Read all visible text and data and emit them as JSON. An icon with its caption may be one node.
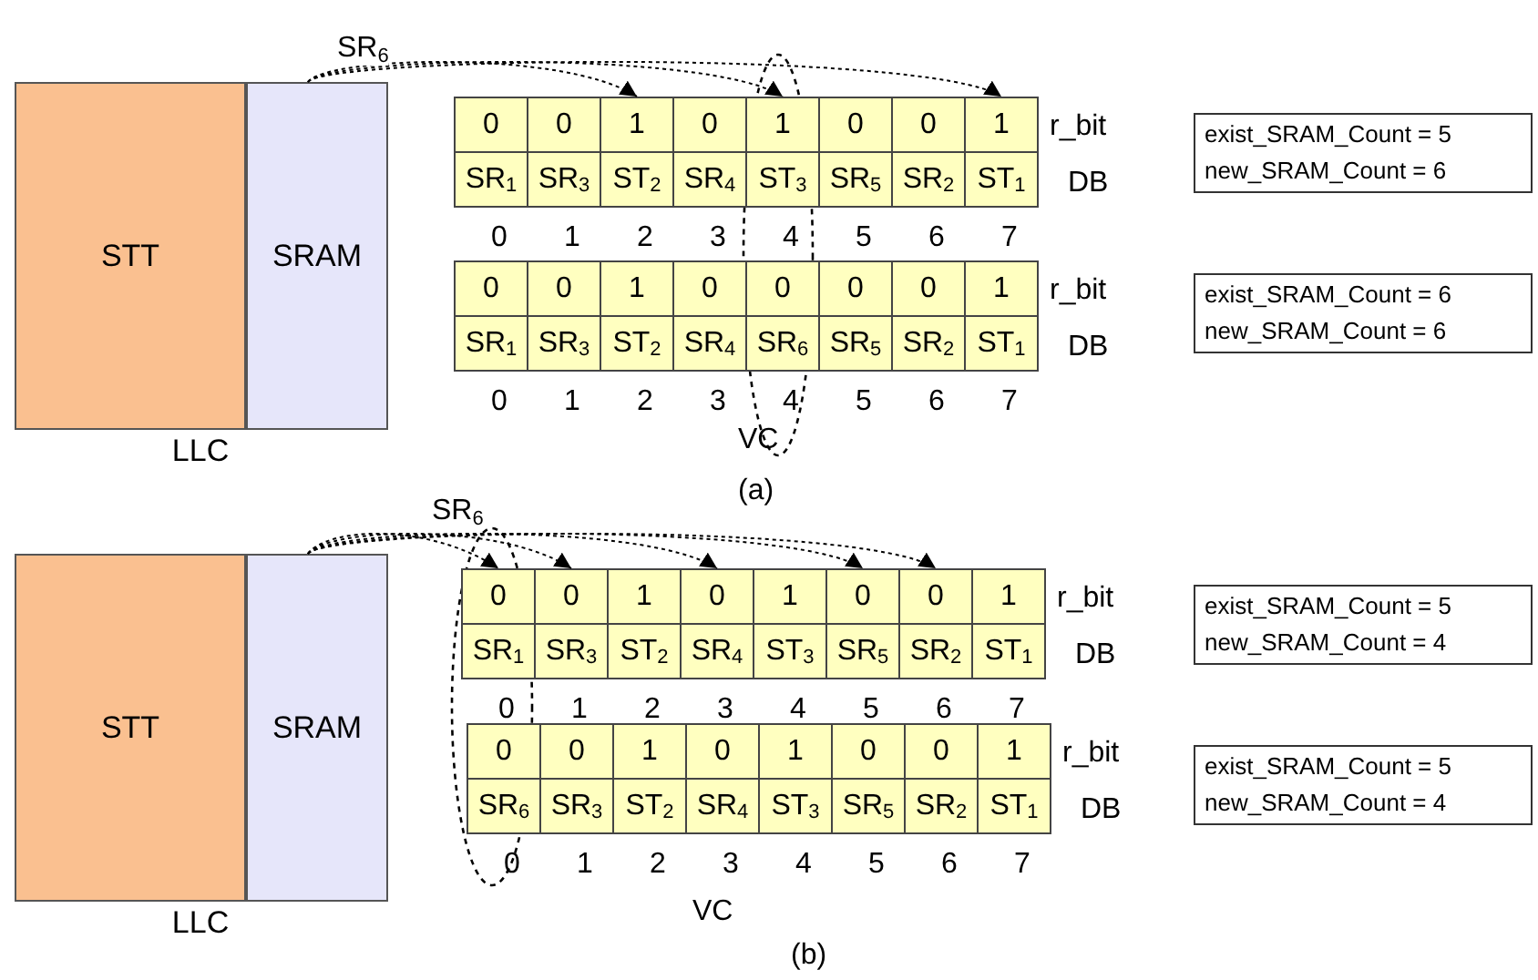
{
  "diagram": {
    "nodes": [
      {
        "text": [
          "LLC"
        ]
      },
      {
        "text": [
          "STT"
        ],
        "in": 0
      },
      {
        "text": [
          "SRAM"
        ],
        "in": 0
      },
      {
        "text": [
          "0"
        ]
      },
      {
        "text": [
          "0"
        ]
      },
      {
        "text": [
          "1"
        ]
      },
      {
        "text": [
          "0"
        ]
      },
      {
        "text": [
          "1"
        ]
      },
      {
        "text": [
          "0"
        ]
      },
      {
        "text": [
          "0"
        ]
      },
      {
        "text": [
          "1"
        ]
      },
      {
        "text": [
          "SR$_{1}$"
        ]
      },
      {
        "text": [
          "SR$_{3}$"
        ]
      },
      {
        "text": [
          "ST$_{2}$"
        ]
      },
      {
        "text": [
          "SR$_{4}$"
        ]
      },
      {
        "text": [
          "ST$_{3}$"
        ]
      },
      {
        "text": [
          "SR$_{5}$"
        ]
      },
      {
        "text": [
          "SR$_{2}$"
        ]
      },
      {
        "text": [
          "ST$_{1}$"
        ]
      },
      {
        "text": [
          "0"
        ]
      },
      {
        "text": [
          "0"
        ]
      },
      {
        "text": [
          "1"
        ]
      },
      {
        "text": [
          "0"
        ]
      },
      {
        "text": [
          "0"
        ]
      },
      {
        "text": [
          "0"
        ]
      },
      {
        "text": [
          "0"
        ]
      },
      {
        "text": [
          "1"
        ]
      },
      {
        "text": [
          "SR$_{1}$"
        ]
      },
      {
        "text": [
          "SR$_{3}$"
        ]
      },
      {
        "text": [
          "ST$_{2}$"
        ]
      },
      {
        "text": [
          "SR$_{4}$"
        ]
      },
      {
        "text": [
          "SR$_{6}$"
        ]
      },
      {
        "text": [
          "SR$_{5}$"
        ]
      },
      {
        "text": [
          "SR$_{2}$"
        ]
      },
      {
        "text": [
          "ST$_{1}$"
        ]
      },
      {
        "text": [
          "exist_SRAM_Count = 5",
          "new_SRAM_Count = 6"
        ]
      },
      {
        "text": [
          "exist_SRAM_Count = 6",
          "new_SRAM_Count = 6"
        ]
      },
      {
        "text": [
          "LLC"
        ]
      },
      {
        "text": [
          "STT"
        ],
        "in": 37
      },
      {
        "text": [
          "SRAM"
        ],
        "in": 37
      },
      {
        "text": [
          "0"
        ]
      },
      {
        "text": [
          "0"
        ]
      },
      {
        "text": [
          "1"
        ]
      },
      {
        "text": [
          "0"
        ]
      },
      {
        "text": [
          "1"
        ]
      },
      {
        "text": [
          "0"
        ]
      },
      {
        "text": [
          "0"
        ]
      },
      {
        "text": [
          "1"
        ]
      },
      {
        "text": [
          "SR$_{1}$"
        ]
      },
      {
        "text": [
          "SR$_{3}$"
        ]
      },
      {
        "text": [
          "ST$_{2}$"
        ]
      },
      {
        "text": [
          "SR$_{4}$"
        ]
      },
      {
        "text": [
          "ST$_{3}$"
        ]
      },
      {
        "text": [
          "SR$_{5}$"
        ]
      },
      {
        "text": [
          "SR$_{2}$"
        ]
      },
      {
        "text": [
          "ST$_{1}$"
        ]
      },
      {
        "text": [
          "0"
        ]
      },
      {
        "text": [
          "0"
        ]
      },
      {
        "text": [
          "1"
        ]
      },
      {
        "text": [
          "0"
        ]
      },
      {
        "text": [
          "1"
        ]
      },
      {
        "text": [
          "0"
        ]
      },
      {
        "text": [
          "0"
        ]
      },
      {
        "text": [
          "1"
        ]
      },
      {
        "text": [
          "SR$_{6}$"
        ]
      },
      {
        "text": [
          "SR$_{3}$"
        ]
      },
      {
        "text": [
          "ST$_{2}$"
        ]
      },
      {
        "text": [
          "SR$_{4}$"
        ]
      },
      {
        "text": [
          "ST$_{3}$"
        ]
      },
      {
        "text": [
          "SR$_{5}$"
        ]
      },
      {
        "text": [
          "SR$_{2}$"
        ]
      },
      {
        "text": [
          "ST$_{1}$"
        ]
      },
      {
        "text": [
          "exist_SRAM_Count = 5",
          "new_SRAM_Count = 4"
        ]
      },
      {
        "text": [
          "exist_SRAM_Count = 5",
          "new_SRAM_Count = 4"
        ]
      }
    ],
    "edges": [
      {
        "from": 2,
        "to": 5,
        "arrow": "to",
        "style": "dashed",
        "label": "SR$_{6}$"
      },
      {
        "from": 2,
        "to": 7,
        "arrow": "to",
        "style": "dashed"
      },
      {
        "from": 2,
        "to": 10,
        "arrow": "to",
        "style": "dashed"
      },
      {
        "from": 39,
        "to": 40,
        "arrow": "to",
        "style": "dashed",
        "label": "SR$_{6}$"
      },
      {
        "from": 39,
        "to": 41,
        "arrow": "to",
        "style": "dashed"
      },
      {
        "from": 39,
        "to": 43,
        "arrow": "to",
        "style": "dashed"
      },
      {
        "from": 39,
        "to": 45,
        "arrow": "to",
        "style": "dashed"
      },
      {
        "from": 39,
        "to": 46,
        "arrow": "to",
        "style": "dashed"
      }
    ],
    "labels": [
      "r_bit",
      "DB",
      "0",
      "1",
      "2",
      "3",
      "4",
      "5",
      "6",
      "7",
      "r_bit",
      "DB",
      "0",
      "1",
      "2",
      "3",
      "4",
      "5",
      "6",
      "7",
      "VC",
      "(a)",
      "r_bit",
      "DB",
      "0",
      "1",
      "2",
      "3",
      "4",
      "5",
      "6",
      "7",
      "r_bit",
      "DB",
      "0",
      "1",
      "2",
      "3",
      "4",
      "5",
      "6",
      "7",
      "VC",
      "(b)"
    ]
  }
}
